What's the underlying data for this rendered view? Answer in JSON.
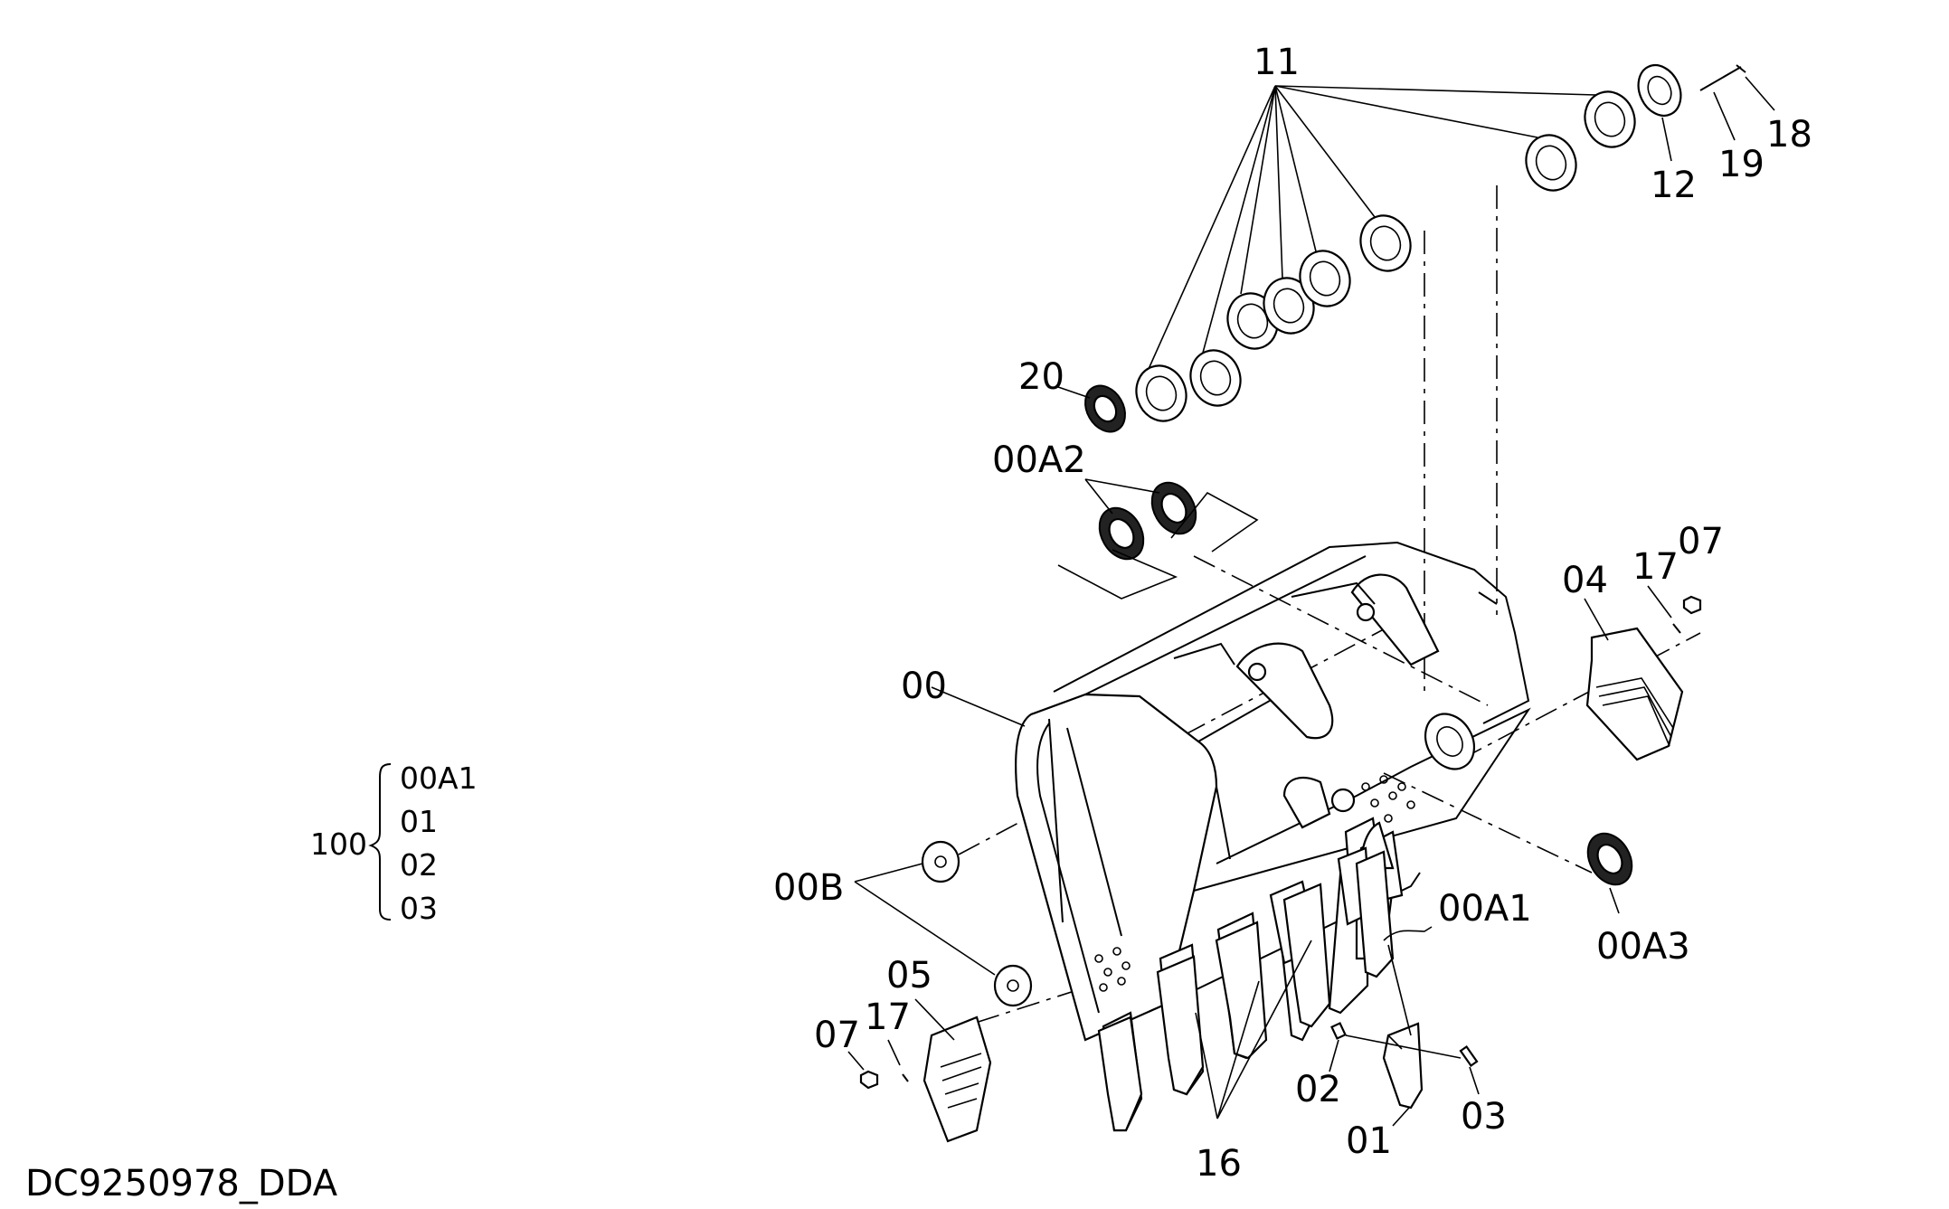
{
  "drawing": {
    "code": "DC9250978_DDA"
  },
  "callouts": {
    "c11": "11",
    "c12": "12",
    "c18": "18",
    "c19": "19",
    "c20": "20",
    "c00A2": "00A2",
    "c00": "00",
    "c04": "04",
    "c17_right": "17",
    "c07_right": "07",
    "c00A3": "00A3",
    "c00A1": "00A1",
    "c00B": "00B",
    "c05": "05",
    "c17_left": "17",
    "c07_left": "07",
    "c02": "02",
    "c01": "01",
    "c03": "03",
    "c16": "16"
  },
  "assembly": {
    "number": "100",
    "items": [
      "00A1",
      "01",
      "02",
      "03"
    ]
  }
}
